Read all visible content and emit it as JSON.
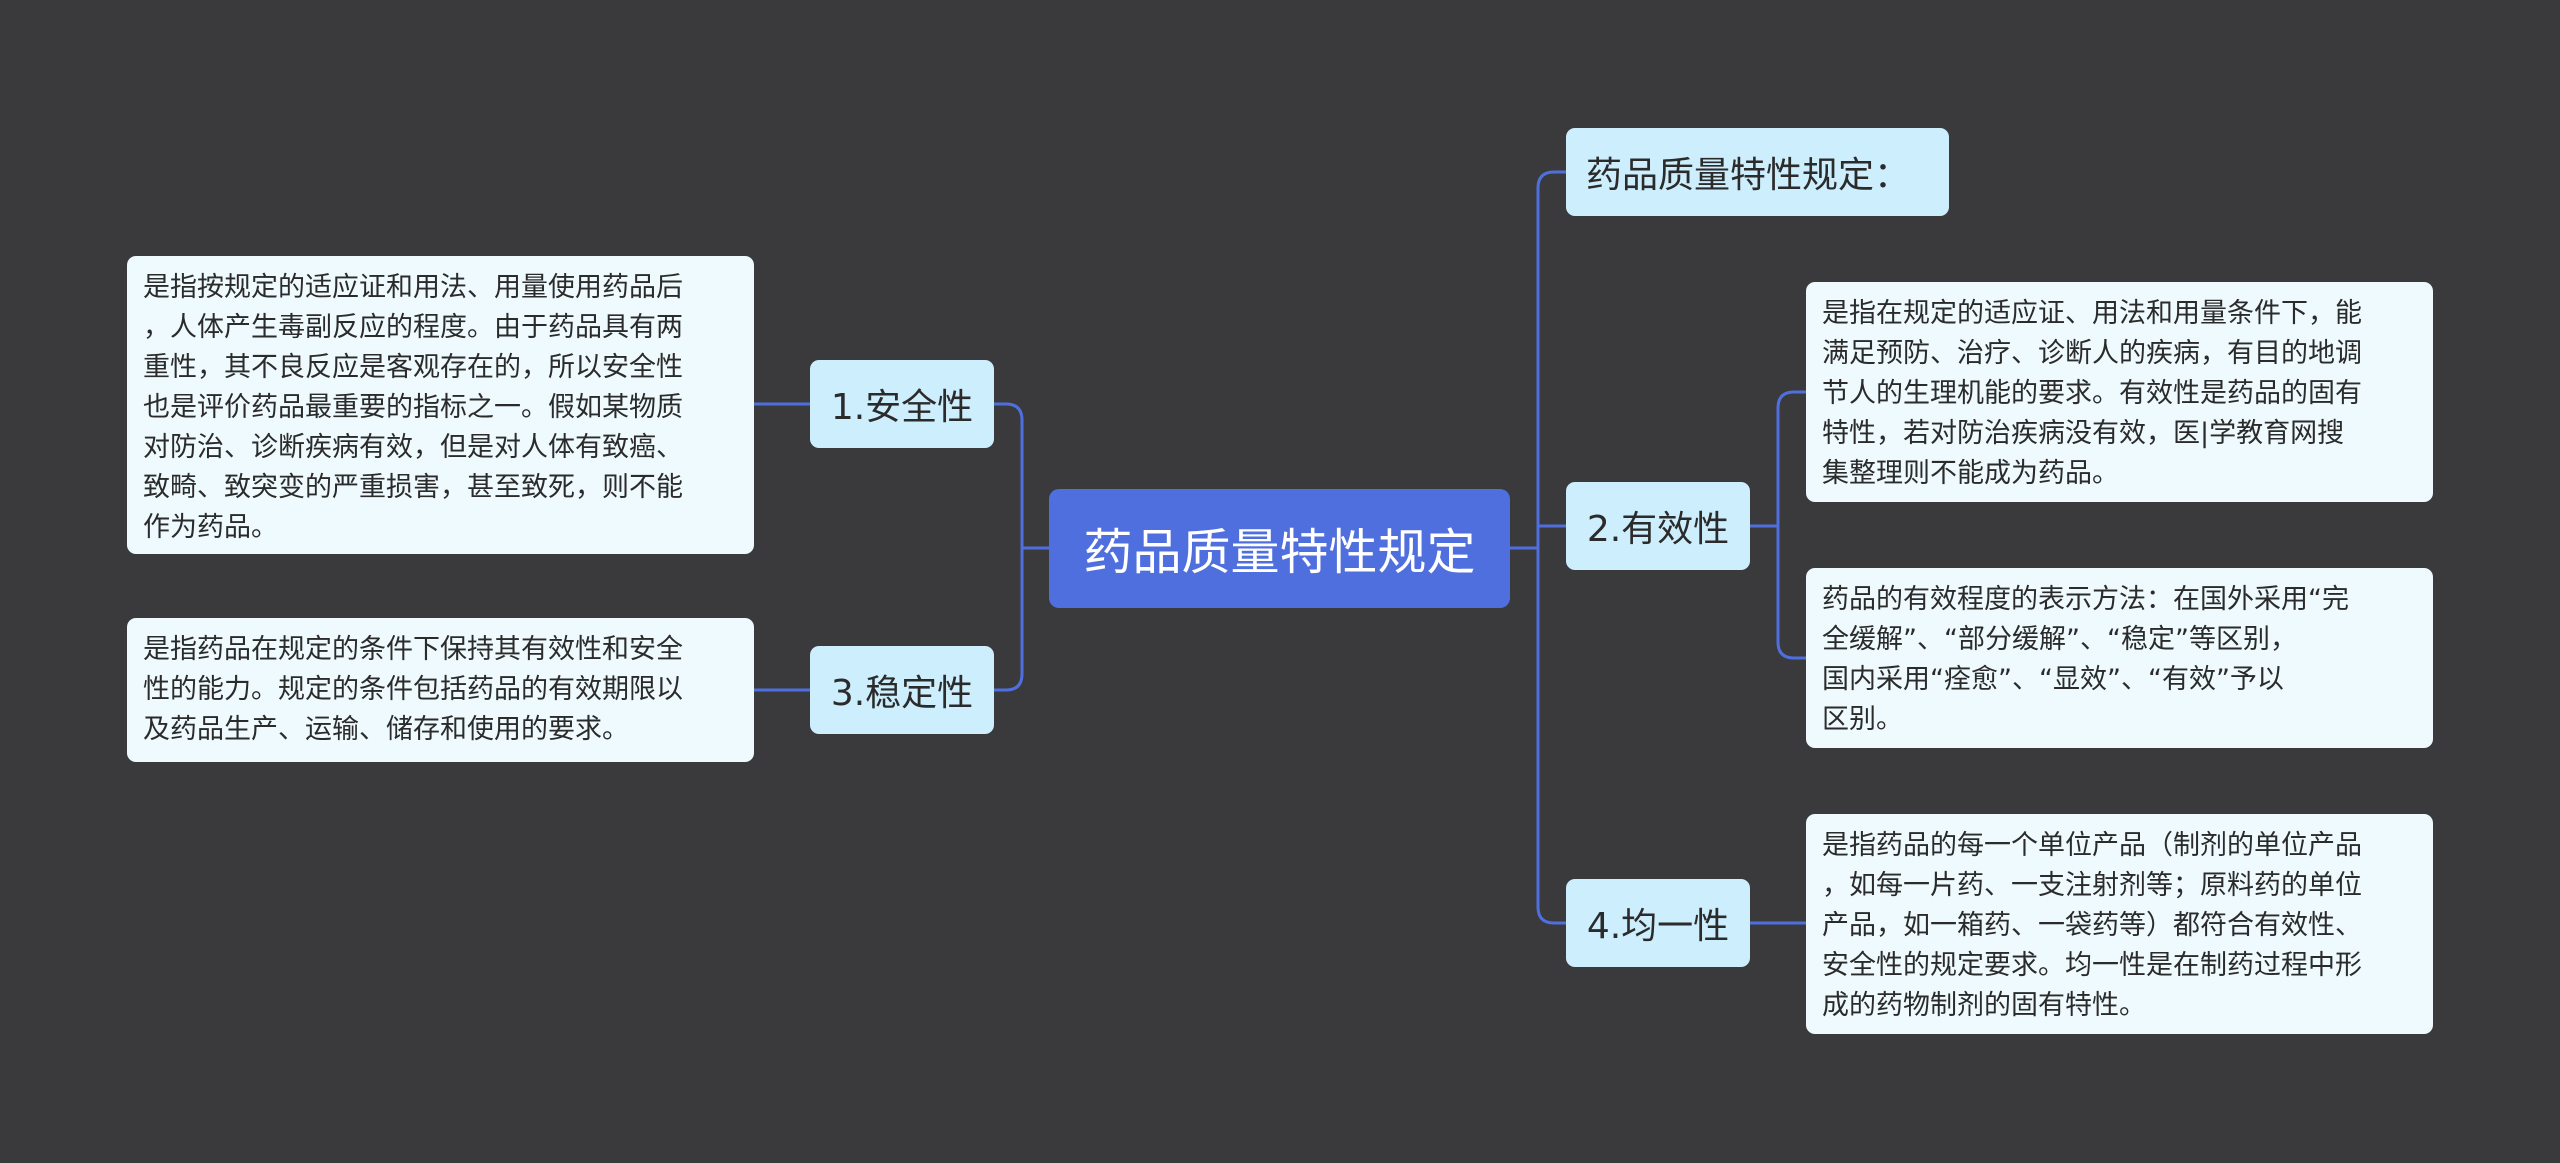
{
  "root": {
    "label": "药品质量特性规定"
  },
  "right": [
    {
      "label": "药品质量特性规定：",
      "details": []
    },
    {
      "label": "2.有效性",
      "details": [
        "是指在规定的适应证、用法和用量条件下，能\n满足预防、治疗、诊断人的疾病，有目的地调\n节人的生理机能的要求。有效性是药品的固有\n特性，若对防治疾病没有效，医|学教育网搜\n集整理则不能成为药品。",
        "药品的有效程度的表示方法：在国外采用“完\n全缓解”、“部分缓解”、“稳定”等区别，\n国内采用“痊愈”、“显效”、“有效”予以\n区别。"
      ]
    },
    {
      "label": "4.均一性",
      "details": [
        "是指药品的每一个单位产品（制剂的单位产品\n，如每一片药、一支注射剂等；原料药的单位\n产品，如一箱药、一袋药等）都符合有效性、\n安全性的规定要求。均一性是在制药过程中形\n成的药物制剂的固有特性。"
      ]
    }
  ],
  "left": [
    {
      "label": "1.安全性",
      "details": [
        "是指按规定的适应证和用法、用量使用药品后\n，人体产生毒副反应的程度。由于药品具有两\n重性，其不良反应是客观存在的，所以安全性\n也是评价药品最重要的指标之一。假如某物质\n对防治、诊断疾病有效，但是对人体有致癌、\n致畸、致突变的严重损害，甚至致死，则不能\n作为药品。"
      ]
    },
    {
      "label": "3.稳定性",
      "details": [
        "是指药品在规定的条件下保持其有效性和安全\n性的能力。规定的条件包括药品的有效期限以\n及药品生产、运输、储存和使用的要求。"
      ]
    }
  ],
  "colors": {
    "background": "#3a393b",
    "root": "#4f6fde",
    "branch": "#cdeefc",
    "leaf": "#eefafe",
    "connector": "#4f6fde"
  }
}
